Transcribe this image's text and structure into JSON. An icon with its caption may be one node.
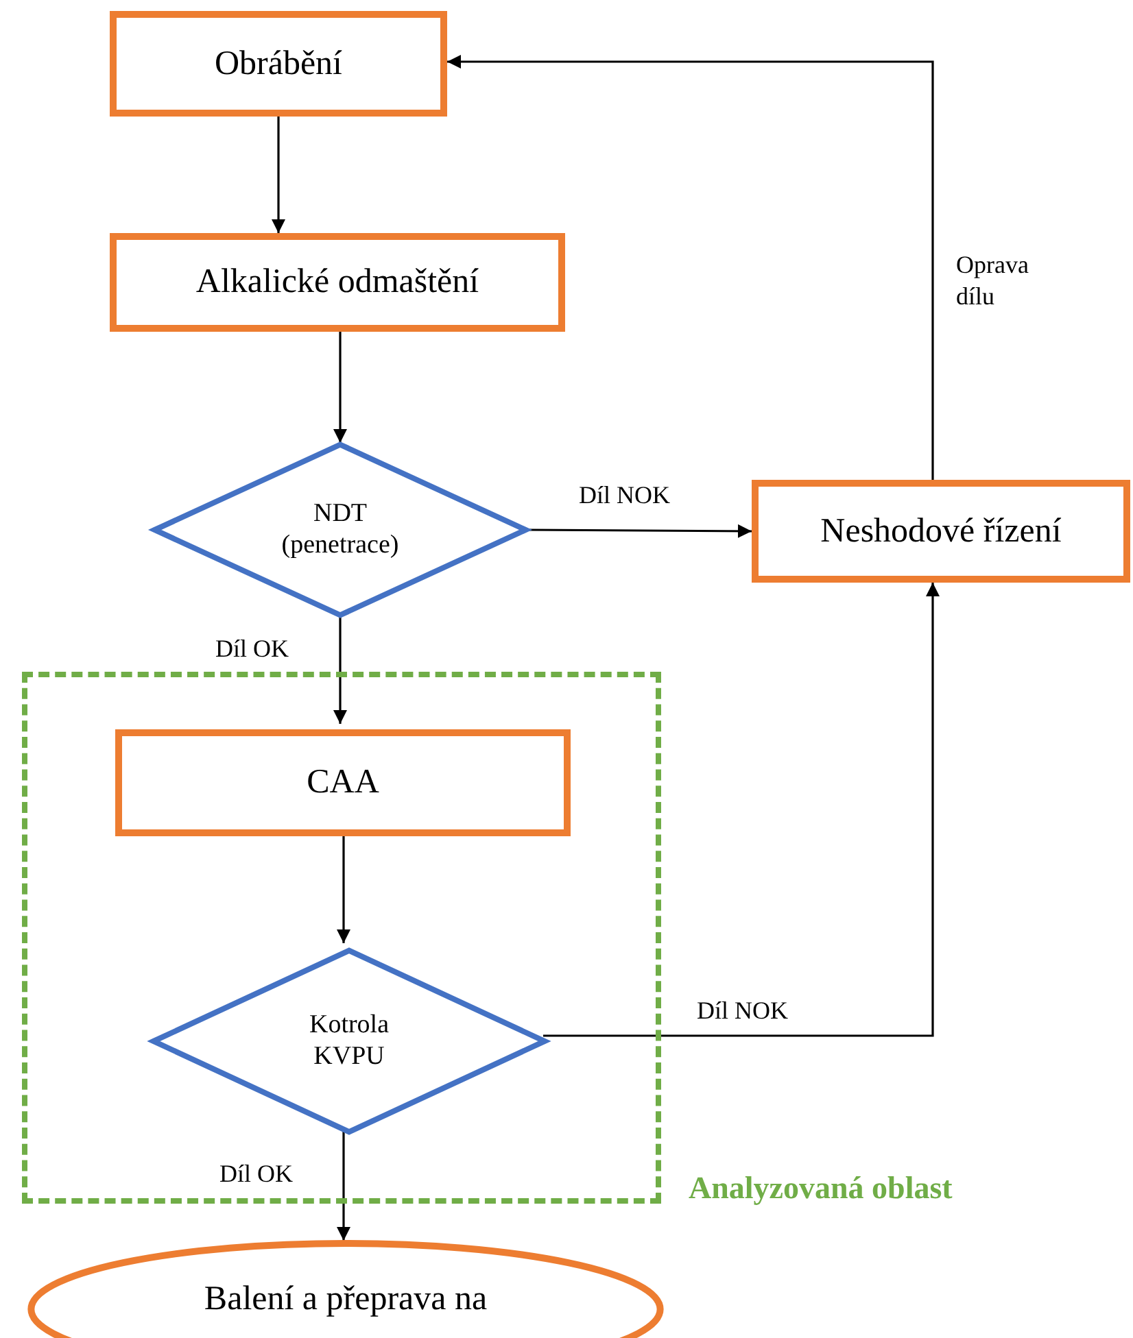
{
  "diagram": {
    "nodes": [
      {
        "text": [
          "Obrábění"
        ]
      },
      {
        "text": [
          "Alkalické odmaštění"
        ]
      },
      {
        "text": [
          "NDT (penetrace)"
        ]
      },
      {
        "text": [
          "Neshodové řízení"
        ]
      },
      {
        "text": [
          "Analyzovaná oblast"
        ]
      },
      {
        "text": [
          "CAA"
        ],
        "in": 4
      },
      {
        "text": [
          "Kotrola KVPU"
        ],
        "in": 4
      },
      {
        "text": [
          "Balení a přeprava na"
        ]
      }
    ],
    "edges": [
      {
        "from": 0,
        "to": 1,
        "arrow": "to"
      },
      {
        "from": 1,
        "to": 2,
        "arrow": "to"
      },
      {
        "from": 2,
        "to": 3,
        "arrow": "to",
        "label": "Díl NOK"
      },
      {
        "from": 2,
        "to": 5,
        "arrow": "to",
        "label": "Díl OK"
      },
      {
        "from": 5,
        "to": 6,
        "arrow": "to"
      },
      {
        "from": 6,
        "to": 3,
        "arrow": "to",
        "label": "Díl NOK"
      },
      {
        "from": 6,
        "to": 7,
        "arrow": "to",
        "label": "Díl OK"
      },
      {
        "from": 3,
        "to": 0,
        "arrow": "to",
        "label": "Oprava dílu"
      }
    ]
  }
}
